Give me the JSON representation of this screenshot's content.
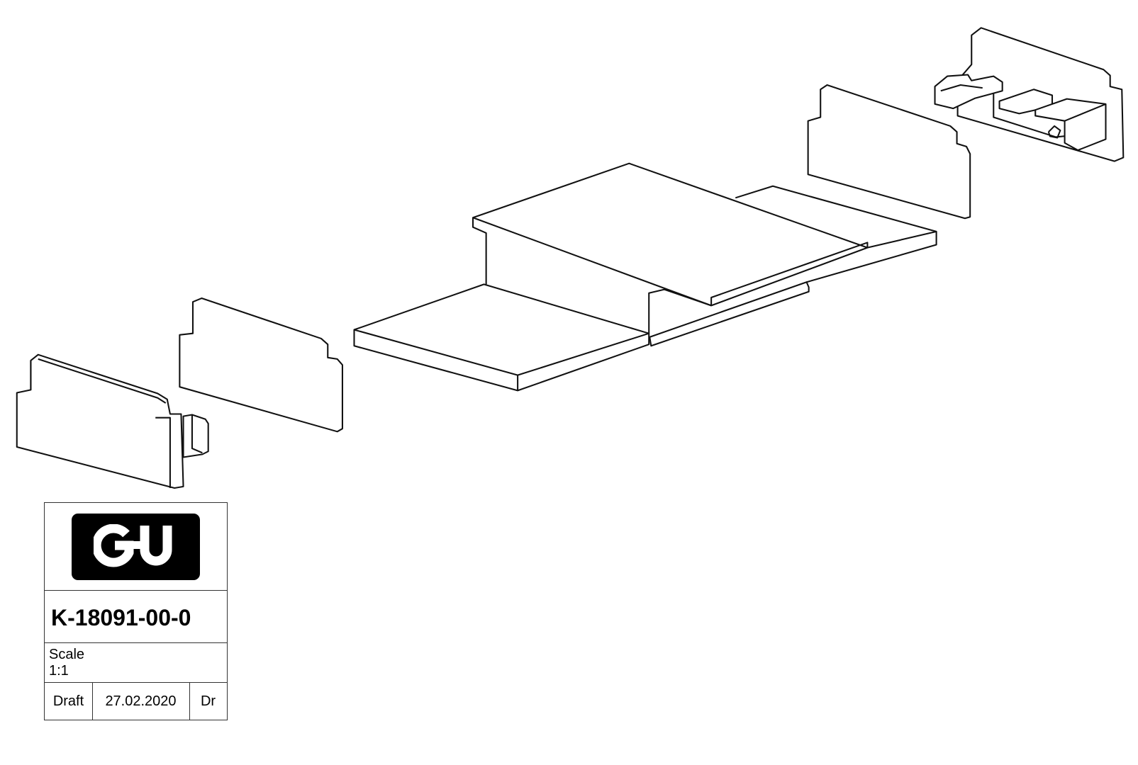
{
  "title_block": {
    "logo_text": "G-U",
    "part_number": "K-18091-00-0",
    "scale_label": "Scale",
    "scale_value": "1:1",
    "status": "Draft",
    "date": "27.02.2020",
    "drawn_by": "Dr"
  }
}
